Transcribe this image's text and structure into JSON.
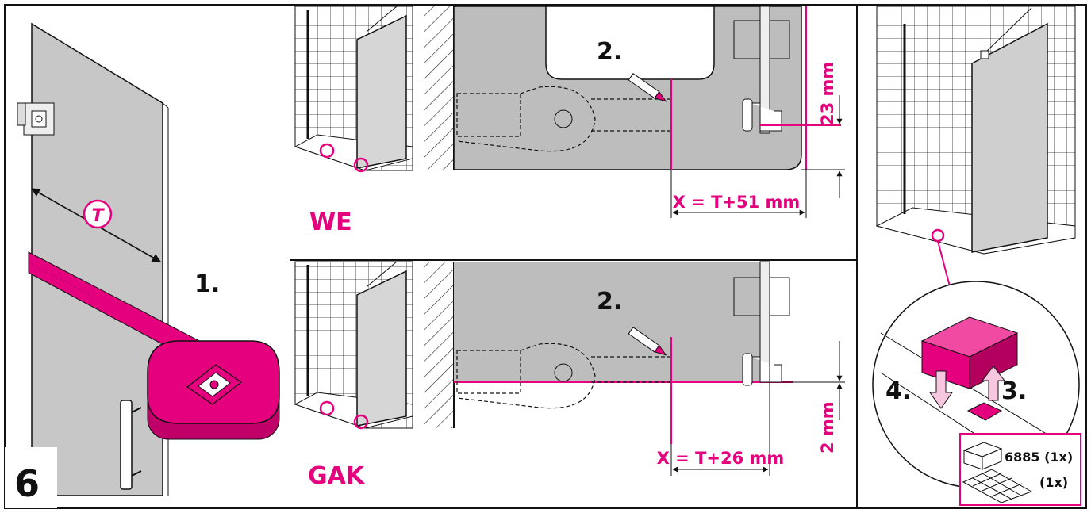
{
  "colors": {
    "magenta": "#e5007e",
    "panel_gray": "#bdbdbd",
    "glass_gray": "#d0d0d0",
    "line": "#111111"
  },
  "step_number": "6",
  "panel_left": {
    "step_label": "1.",
    "measure_symbol": "T"
  },
  "panel_top": {
    "variant": "WE",
    "step_label": "2.",
    "offset_formula": "X = T+51 mm",
    "height_dim": "23 mm"
  },
  "panel_bottom": {
    "variant": "GAK",
    "step_label": "2.",
    "offset_formula": "X = T+26 mm",
    "height_dim": "2 mm"
  },
  "panel_right": {
    "step_remove": "3.",
    "step_insert": "4.",
    "parts": [
      {
        "icon": "foam-block-icon",
        "label": "6885 (1x)"
      },
      {
        "icon": "pad-sheet-icon",
        "label": "(1x)"
      }
    ]
  }
}
